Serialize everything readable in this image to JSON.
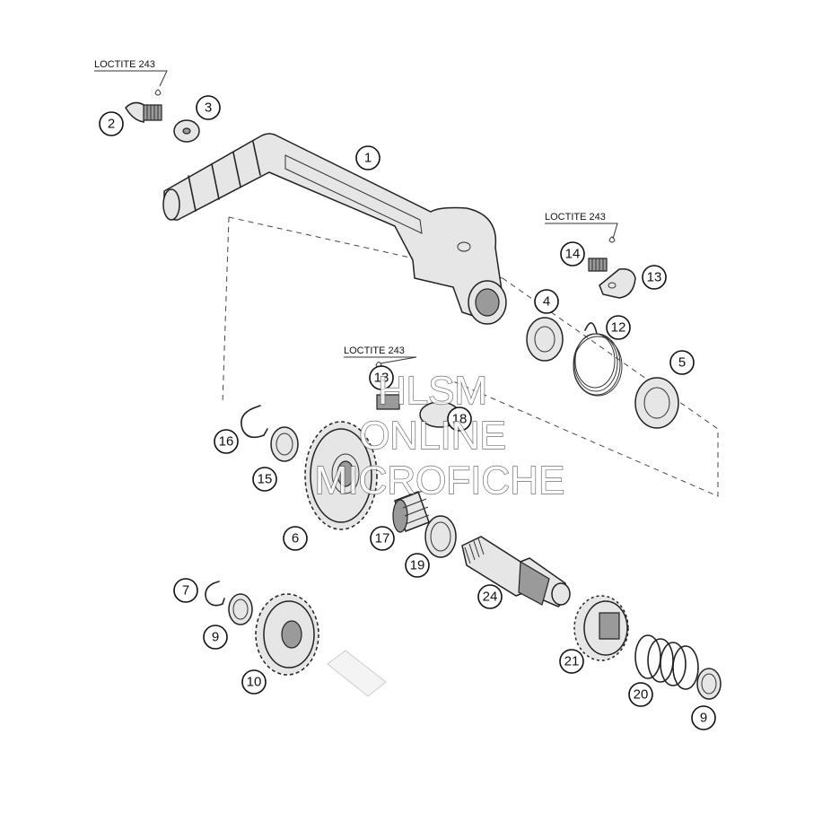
{
  "loctite_labels": [
    "LOCTITE 243",
    "LOCTITE 243",
    "LOCTITE 243"
  ],
  "callouts": [
    "1",
    "2",
    "3",
    "4",
    "5",
    "6",
    "7",
    "9",
    "9",
    "10",
    "12",
    "13",
    "13",
    "14",
    "15",
    "16",
    "17",
    "18",
    "19",
    "20",
    "21",
    "24"
  ],
  "watermark": {
    "line1": "HLSM",
    "line2": "ONLINE",
    "line3": "MICROFICHE"
  }
}
